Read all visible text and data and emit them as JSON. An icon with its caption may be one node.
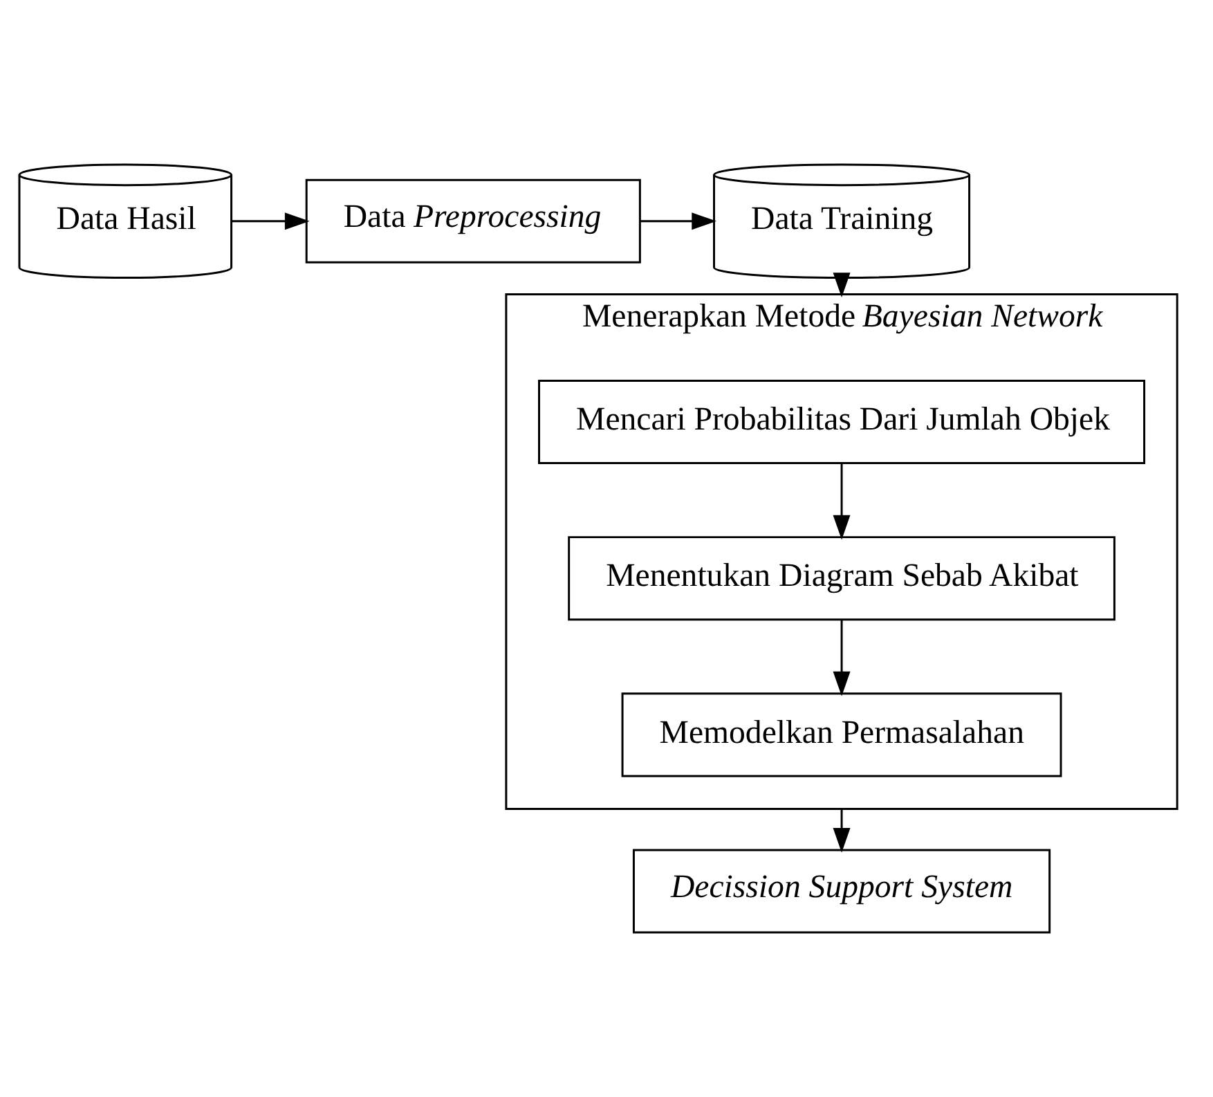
{
  "diagram": {
    "nodes": [
      {
        "text": [
          "Data Hasil"
        ]
      },
      {
        "text": [
          "Data *Preprocessing*"
        ]
      },
      {
        "text": [
          "Data Training"
        ]
      },
      {
        "text": [
          "Menerapkan Metode *Bayesian Network*"
        ]
      },
      {
        "text": [
          "Mencari Probabilitas Dari Jumlah Objek"
        ],
        "in": 3
      },
      {
        "text": [
          "Menentukan Diagram Sebab Akibat"
        ],
        "in": 3
      },
      {
        "text": [
          "Memodelkan Permasalahan"
        ],
        "in": 3
      },
      {
        "text": [
          "Decission Support System"
        ]
      }
    ],
    "edges": [
      {
        "from": 0,
        "to": 1,
        "arrow": "to"
      },
      {
        "from": 1,
        "to": 2,
        "arrow": "to"
      },
      {
        "from": 2,
        "to": 3,
        "arrow": "to"
      },
      {
        "from": 4,
        "to": 5,
        "arrow": "to"
      },
      {
        "from": 5,
        "to": 6,
        "arrow": "to"
      },
      {
        "from": 3,
        "to": 7,
        "arrow": "to"
      }
    ]
  }
}
